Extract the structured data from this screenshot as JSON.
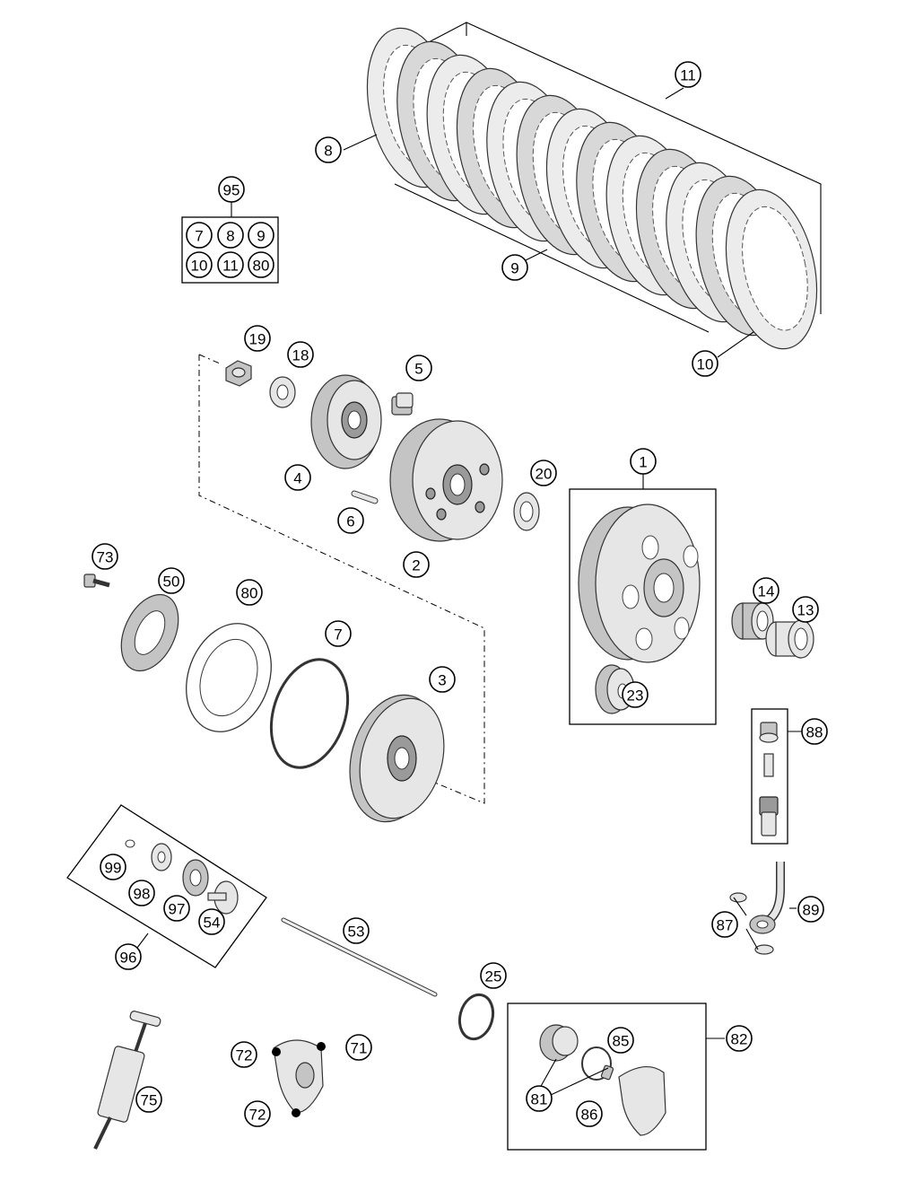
{
  "diagram": {
    "kit_label": "95",
    "kit_contents": [
      "7",
      "8",
      "9",
      "10",
      "11",
      "80"
    ],
    "part_numbers": [
      "1",
      "2",
      "3",
      "4",
      "5",
      "6",
      "7",
      "8",
      "9",
      "10",
      "11",
      "13",
      "14",
      "18",
      "19",
      "20",
      "23",
      "25",
      "50",
      "53",
      "54",
      "71",
      "72",
      "72",
      "73",
      "75",
      "80",
      "81",
      "82",
      "85",
      "86",
      "87",
      "88",
      "89",
      "96",
      "97",
      "98",
      "99"
    ]
  }
}
